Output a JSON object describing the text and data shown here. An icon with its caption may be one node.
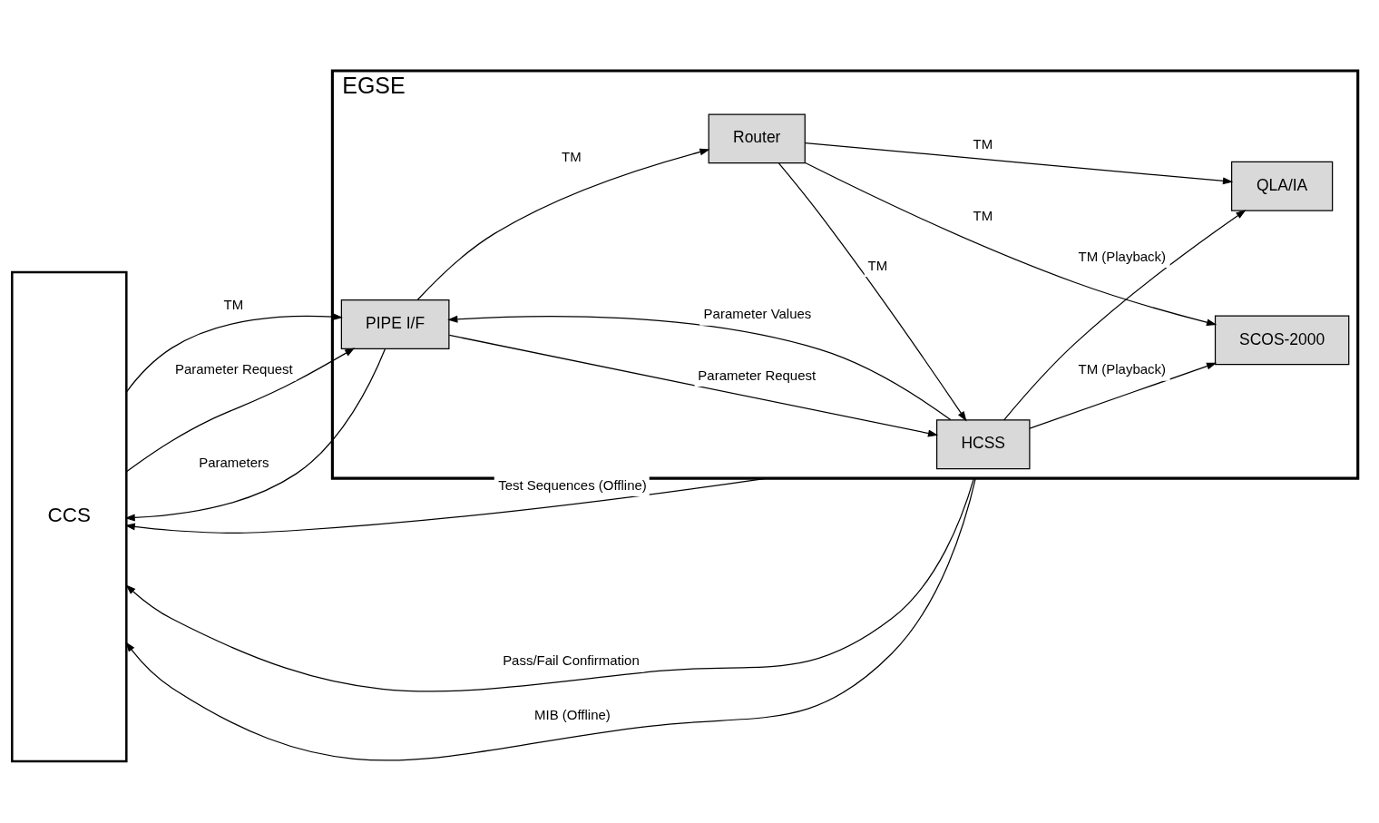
{
  "diagram": {
    "nodes": [
      {
        "text": [
          "CCS"
        ]
      },
      {
        "text": [
          "EGSE"
        ]
      },
      {
        "text": [
          "HCSS"
        ],
        "in": 1
      },
      {
        "text": [
          "SCOS-2000"
        ],
        "in": 1
      },
      {
        "text": [
          "QLA/IA"
        ],
        "in": 1
      },
      {
        "text": [
          "PIPE I/F"
        ],
        "in": 1
      },
      {
        "text": [
          "Router"
        ],
        "in": 1
      }
    ],
    "edges": [
      {
        "from": 1,
        "to": 0,
        "arrow": "to",
        "label": "Pass/Fail Confirmation"
      },
      {
        "from": 1,
        "to": 0,
        "arrow": "to",
        "label": "MIB (Offline)"
      },
      {
        "from": 1,
        "to": 0,
        "arrow": "to",
        "label": "Test Sequences (Offline)"
      },
      {
        "from": 0,
        "to": 5,
        "arrow": "to",
        "label": "TM"
      },
      {
        "from": 0,
        "to": 5,
        "arrow": "to",
        "label": "Parameter Request"
      },
      {
        "from": 5,
        "to": 0,
        "arrow": "to",
        "label": "Parameters"
      },
      {
        "from": 5,
        "to": 6,
        "arrow": "to",
        "label": "TM"
      },
      {
        "from": 6,
        "to": 2,
        "arrow": "to",
        "label": "TM"
      },
      {
        "from": 5,
        "to": 2,
        "arrow": "to",
        "label": "Parameter Request"
      },
      {
        "from": 2,
        "to": 5,
        "arrow": "to",
        "label": "Parameter Values"
      },
      {
        "from": 2,
        "to": 3,
        "arrow": "to",
        "label": "TM (Playback)"
      },
      {
        "from": 2,
        "to": 4,
        "arrow": "to",
        "label": "TM (Playback)"
      },
      {
        "from": 6,
        "to": 3,
        "arrow": "to",
        "label": "TM"
      },
      {
        "from": 6,
        "to": 4,
        "arrow": "to",
        "label": "TM"
      }
    ]
  }
}
